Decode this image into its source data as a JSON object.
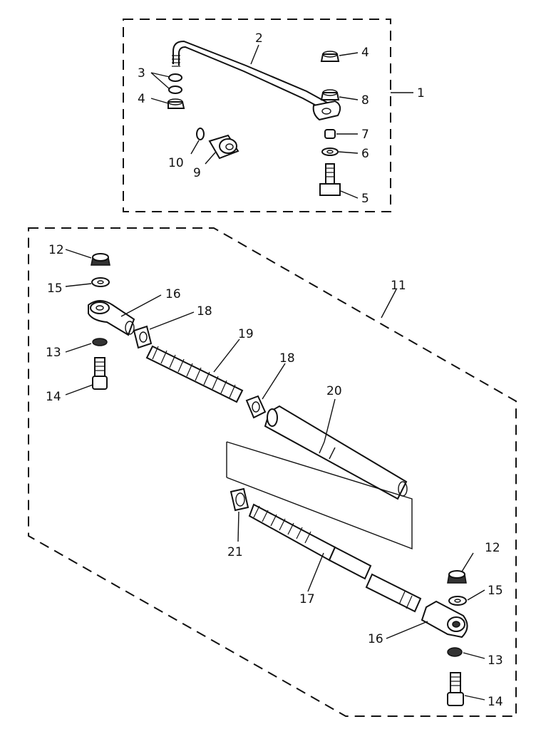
{
  "callouts": {
    "c1": "1",
    "c2": "2",
    "c3": "3",
    "c4a": "4",
    "c4b": "4",
    "c5": "5",
    "c6": "6",
    "c7": "7",
    "c8": "8",
    "c9": "9",
    "c10": "10",
    "c11": "11",
    "c12a": "12",
    "c12b": "12",
    "c13a": "13",
    "c13b": "13",
    "c14a": "14",
    "c14b": "14",
    "c15a": "15",
    "c15b": "15",
    "c16a": "16",
    "c16b": "16",
    "c17": "17",
    "c18a": "18",
    "c18b": "18",
    "c19": "19",
    "c20": "20",
    "c21": "21"
  }
}
